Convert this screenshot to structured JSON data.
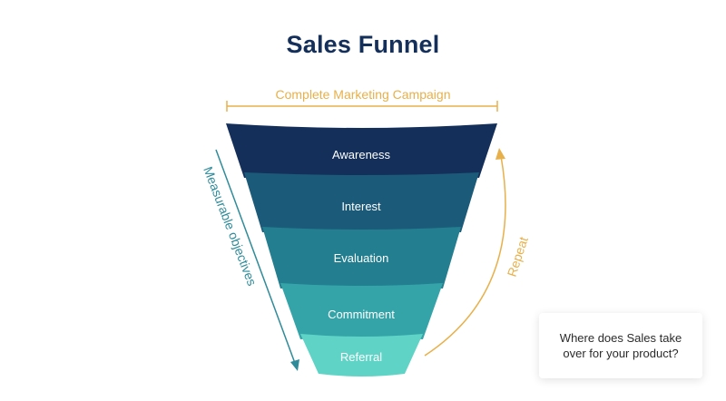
{
  "title": "Sales Funnel",
  "campaign_label": "Complete Marketing Campaign",
  "stages": [
    {
      "label": "Awareness",
      "color": "#14305a"
    },
    {
      "label": "Interest",
      "color": "#1c5a79"
    },
    {
      "label": "Evaluation",
      "color": "#237e8f"
    },
    {
      "label": "Commitment",
      "color": "#35a4a9"
    },
    {
      "label": "Referral",
      "color": "#5fd4c6"
    }
  ],
  "left_arrow_label": "Measurable objectives",
  "right_arrow_label": "Repeat",
  "callout": {
    "line1": "Where does Sales take",
    "line2": "over for your product?"
  },
  "colors": {
    "title": "#14305a",
    "campaign": "#e8b04a",
    "measurable": "#2e8b9a",
    "repeat": "#e8b04a"
  }
}
